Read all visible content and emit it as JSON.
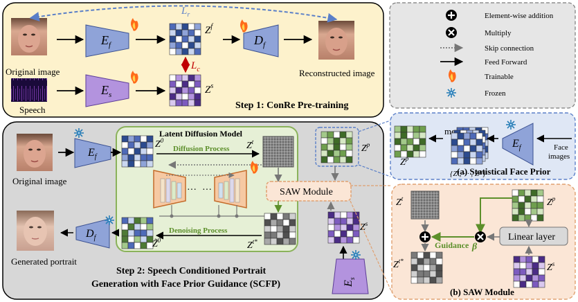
{
  "colors": {
    "pretrain_bg": "#fdf2cc",
    "legend_bg": "#e6e6e6",
    "stage2_bg": "#d7d7d7",
    "ldm_bg": "#e6f0d6",
    "ldm_border": "#8ab25a",
    "prior_bg": "#dfe7f5",
    "saw_bg": "#fbe6d6",
    "encoder_f": "#8fa3d8",
    "encoder_s": "#b393de",
    "blue_grid": "#2c4b8f",
    "purple_grid": "#5b3b96",
    "green_grid": "#4e7a35",
    "red_arrow": "#c00000",
    "dashed_blue": "#5a7fc8",
    "orange_unet": "#f6c9a3",
    "guidance_green": "#5c8f2a"
  },
  "pretraining": {
    "title": "Step 1:  ConRe Pre-training",
    "original_image_label": "Original image",
    "speech_label": "Speech",
    "encoder_f": "E",
    "encoder_f_sub": "f",
    "encoder_s": "E",
    "encoder_s_sub": "s",
    "decoder_f": "D",
    "decoder_f_sub": "f",
    "zf": "Z",
    "zf_sup": "f",
    "zs": "Z",
    "zs_sup": "s",
    "loss_r": "L",
    "loss_r_sub": "r",
    "loss_c": "L",
    "loss_c_sub": "c",
    "reconstructed_label": "Reconstructed image"
  },
  "legend": {
    "items": [
      {
        "icon": "plus-circle",
        "label": "Element-wise addition"
      },
      {
        "icon": "times-circle",
        "label": "Multiply"
      },
      {
        "icon": "dotted-arrow",
        "label": "Skip connection"
      },
      {
        "icon": "solid-arrow",
        "label": "Feed Forward"
      },
      {
        "icon": "flame",
        "label": "Trainable"
      },
      {
        "icon": "snowflake",
        "label": "Frozen"
      }
    ]
  },
  "prior": {
    "caption": "(a) Statistical Face Prior",
    "mean_label": "mean",
    "set_label": "{Z¹, ··· , Zᴺ}",
    "zp": "Z",
    "zp_sup": "p",
    "encoder": "E",
    "encoder_sub": "f",
    "face_images_line1": "Face",
    "face_images_line2": "images"
  },
  "stage2": {
    "title_line1": "Step 2: Speech Conditioned Portrait",
    "title_line2": "Generation with Face Prior Guidance (SCFP)",
    "original_image_label": "Original image",
    "generated_label": "Generated portrait",
    "ldm_title": "Latent Diffusion Model",
    "diffusion_process": "Diffusion Process",
    "denoising_process": "Denoising Process",
    "saw_module": "SAW Module",
    "z0": "Z",
    "z0_sup": "0",
    "zt": "Z",
    "zt_sup": "t",
    "zt_star": "Z",
    "zt_star_sup": "t*",
    "z0_hat": "Z̃",
    "z0_hat_sup": "0",
    "zp": "Z",
    "zp_sup": "p",
    "zs": "Z",
    "zs_sup": "s",
    "encoder_f": "E",
    "encoder_f_sub": "f",
    "decoder_f": "D",
    "decoder_f_sub": "f",
    "encoder_s": "E",
    "encoder_s_sub": "s",
    "dots": "···"
  },
  "saw": {
    "caption": "(b) SAW Module",
    "zt": "Z",
    "zt_sup": "t",
    "zt_star": "Z",
    "zt_star_sup": "t*",
    "zp": "Z",
    "zp_sup": "p",
    "zs": "Z",
    "zs_sup": "s",
    "linear_layer": "Linear layer",
    "guidance": "Guidance",
    "beta": "β"
  }
}
